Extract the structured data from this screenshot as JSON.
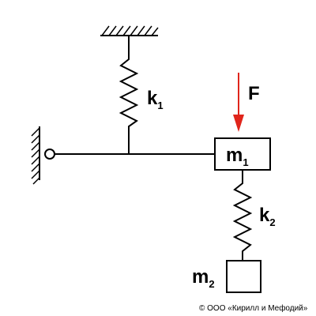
{
  "labels": {
    "k1": "k",
    "k1_index": "1",
    "k2": "k",
    "k2_index": "2",
    "m1": "m",
    "m1_index": "1",
    "m2": "m",
    "m2_index": "2",
    "force": "F"
  },
  "copyright": "© ООО «Кирилл и Мефодий»",
  "colors": {
    "line": "#000000",
    "force_arrow": "#e0251b",
    "mass_fill": "#ffffff"
  }
}
